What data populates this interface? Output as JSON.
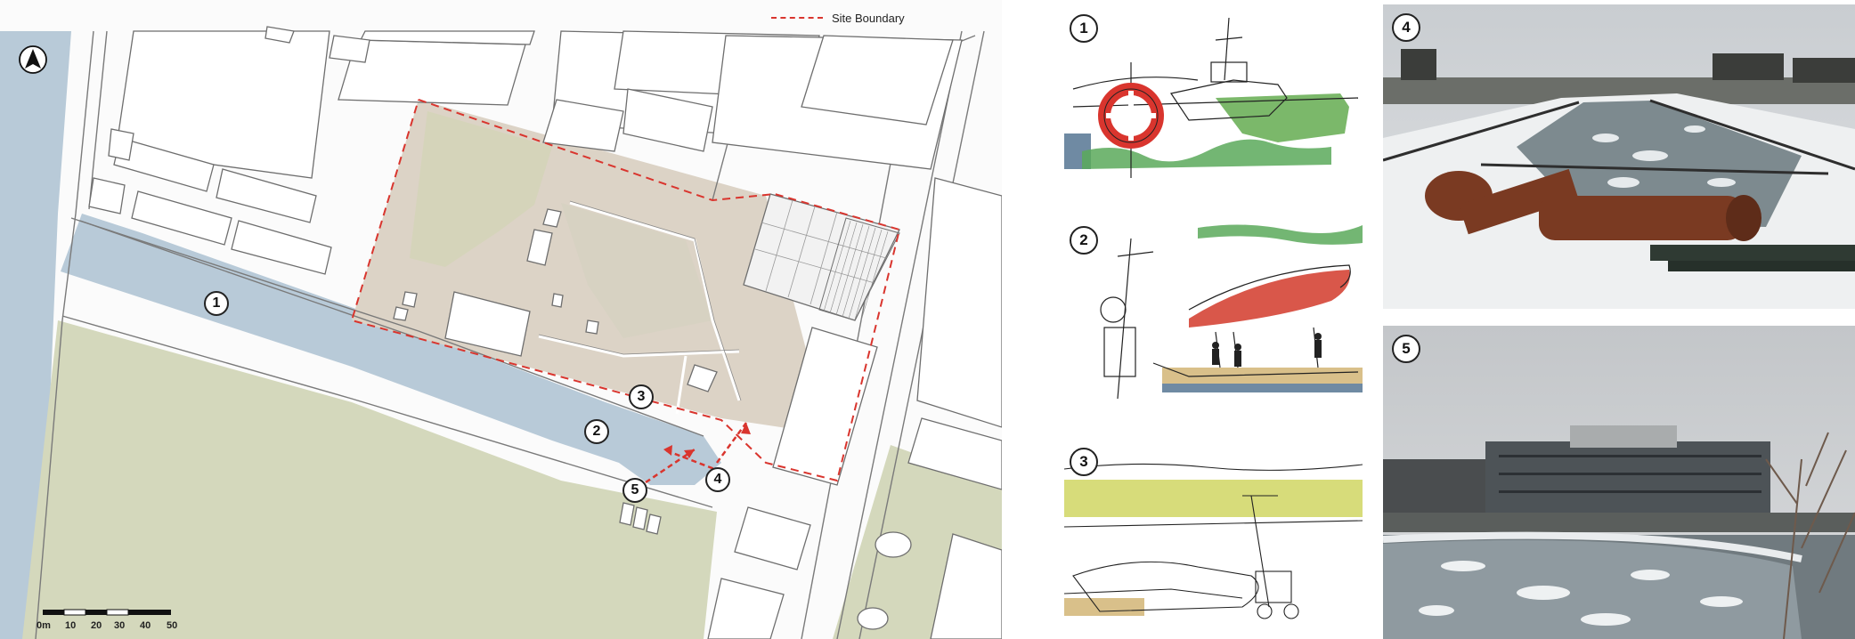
{
  "legend": {
    "site_boundary": "Site Boundary"
  },
  "icons": {
    "north_arrow": "north-arrow-icon"
  },
  "colors": {
    "water": "#b8cad8",
    "green": "#d4d8bc",
    "site": "#dcd3c6",
    "boundary": "#d9352e",
    "building_stroke": "#6e6e6e"
  },
  "map_markers": [
    {
      "id": "1",
      "label": "1"
    },
    {
      "id": "2",
      "label": "2"
    },
    {
      "id": "3",
      "label": "3"
    },
    {
      "id": "4",
      "label": "4"
    },
    {
      "id": "5",
      "label": "5"
    }
  ],
  "scale_bar": {
    "labels": [
      "0m",
      "10",
      "20",
      "30",
      "40",
      "50"
    ]
  },
  "sketches": [
    {
      "label": "1",
      "subject": "life-buoy-and-boat-sketch"
    },
    {
      "label": "2",
      "subject": "crane-and-hull-sketch"
    },
    {
      "label": "3",
      "subject": "slipway-crane-sketch"
    }
  ],
  "photos": [
    {
      "label": "4",
      "subject": "frozen-canal-with-rusty-pipes-photo"
    },
    {
      "label": "5",
      "subject": "round-frozen-basin-and-building-photo"
    }
  ]
}
